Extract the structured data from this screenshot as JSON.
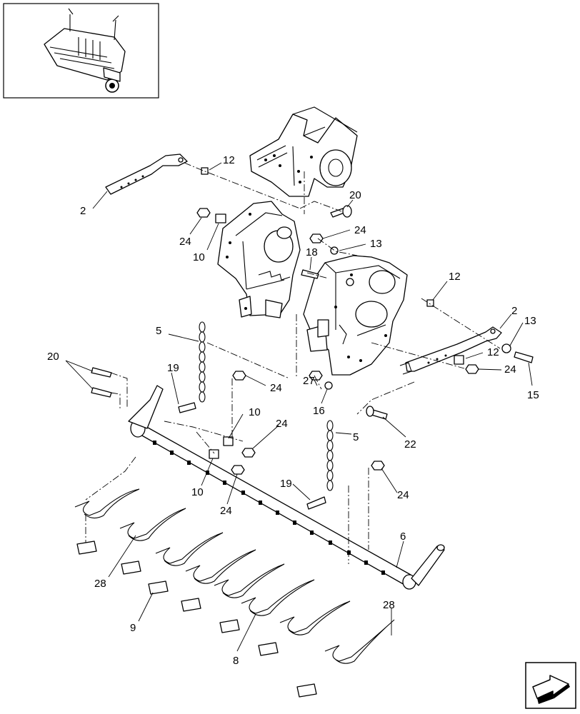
{
  "callouts": [
    {
      "id": "c2a",
      "label": "2"
    },
    {
      "id": "c12a",
      "label": "12"
    },
    {
      "id": "c20a",
      "label": "20"
    },
    {
      "id": "c24a",
      "label": "24"
    },
    {
      "id": "c10a",
      "label": "10"
    },
    {
      "id": "c24b",
      "label": "24"
    },
    {
      "id": "c13a",
      "label": "13"
    },
    {
      "id": "c18",
      "label": "18"
    },
    {
      "id": "c12b",
      "label": "12"
    },
    {
      "id": "c2b",
      "label": "2"
    },
    {
      "id": "c13b",
      "label": "13"
    },
    {
      "id": "c12c",
      "label": "12"
    },
    {
      "id": "c24c",
      "label": "24"
    },
    {
      "id": "c15",
      "label": "15"
    },
    {
      "id": "c5a",
      "label": "5"
    },
    {
      "id": "c20b",
      "label": "20"
    },
    {
      "id": "c19a",
      "label": "19"
    },
    {
      "id": "c24d",
      "label": "24"
    },
    {
      "id": "c27",
      "label": "27"
    },
    {
      "id": "c16",
      "label": "16"
    },
    {
      "id": "c22",
      "label": "22"
    },
    {
      "id": "c10b",
      "label": "10"
    },
    {
      "id": "c24e",
      "label": "24"
    },
    {
      "id": "c5b",
      "label": "5"
    },
    {
      "id": "c10c",
      "label": "10"
    },
    {
      "id": "c24f",
      "label": "24"
    },
    {
      "id": "c19b",
      "label": "19"
    },
    {
      "id": "c24g",
      "label": "24"
    },
    {
      "id": "c6",
      "label": "6"
    },
    {
      "id": "c28a",
      "label": "28"
    },
    {
      "id": "c28b",
      "label": "28"
    },
    {
      "id": "c9",
      "label": "9"
    },
    {
      "id": "c8",
      "label": "8"
    }
  ],
  "icons": {
    "thumbnail": "machine-overview-thumbnail-icon",
    "navigation": "return-arrow-icon"
  }
}
